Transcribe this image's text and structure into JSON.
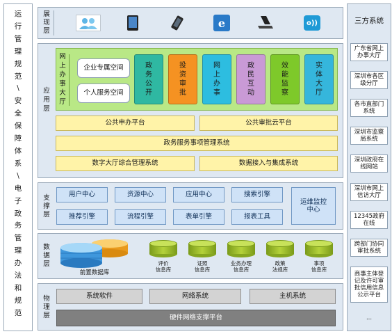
{
  "left_bar": {
    "text": [
      "运",
      "行",
      "管",
      "理",
      "规",
      "范",
      "\\",
      "安",
      "全",
      "保",
      "障",
      "体",
      "系",
      "\\",
      "电",
      "子",
      "政",
      "务",
      "管",
      "理",
      "办",
      "法",
      "和",
      "规",
      "范"
    ]
  },
  "layers": {
    "presentation": {
      "label": [
        "展",
        "现",
        "层"
      ]
    },
    "application": {
      "label": [
        "应",
        "用",
        "层"
      ],
      "hall_label": [
        "网",
        "上",
        "办",
        "事",
        "大",
        "厅"
      ],
      "spaces": [
        "企业专属空间",
        "个人服务空间"
      ],
      "modules": [
        {
          "lines": [
            "政",
            "务",
            "公",
            "开"
          ],
          "color": "#2fb8a2"
        },
        {
          "lines": [
            "投",
            "资",
            "审",
            "批"
          ],
          "color": "#f59222"
        },
        {
          "lines": [
            "网",
            "上",
            "办",
            "事"
          ],
          "color": "#2dbde0"
        },
        {
          "lines": [
            "政",
            "民",
            "互",
            "动"
          ],
          "color": "#c99ad6"
        },
        {
          "lines": [
            "效",
            "能",
            "监",
            "察"
          ],
          "color": "#7ec92a"
        },
        {
          "lines": [
            "实",
            "体",
            "大",
            "厅"
          ],
          "color": "#35b6dc"
        }
      ],
      "platform_left": "公共申办平台",
      "platform_right": "公共审批云平台",
      "management": "政务服务事项管理系统",
      "bottom_left": "数字大厅综合管理系统",
      "bottom_right": "数据接入与集成系统"
    },
    "support": {
      "label": [
        "支",
        "撑",
        "层"
      ],
      "row1": [
        "用户中心",
        "资源中心",
        "应用中心",
        "搜索引擎"
      ],
      "row2": [
        "推荐引擎",
        "流程引擎",
        "表单引擎",
        "报表工具"
      ],
      "ops": [
        "运维监控",
        "中心"
      ]
    },
    "data": {
      "label": [
        "数",
        "据",
        "层"
      ],
      "front_db": "前置数据库",
      "dbs": [
        {
          "lines": [
            "评价",
            "信息库"
          ]
        },
        {
          "lines": [
            "证照",
            "信息库"
          ]
        },
        {
          "lines": [
            "业务办理",
            "信息库"
          ]
        },
        {
          "lines": [
            "政策",
            "法规库"
          ]
        },
        {
          "lines": [
            "事项",
            "信息库"
          ]
        }
      ]
    },
    "physical": {
      "label": [
        "物",
        "理",
        "层"
      ],
      "items": [
        "系统软件",
        "网络系统",
        "主机系统"
      ],
      "foundation": "硬件网络支撑平台"
    }
  },
  "third_party": {
    "title": "三方系统",
    "items": [
      [
        "广东省网上",
        "办事大厅"
      ],
      [
        "深圳市各区",
        "级分厅"
      ],
      [
        "各市直部门",
        "系统"
      ],
      [
        "深圳市监察",
        "局系统"
      ],
      [
        "深圳政府在",
        "线网站"
      ],
      [
        "深圳市网上",
        "信访大厅"
      ],
      [
        "12345政府",
        "在线"
      ],
      [
        "跨部门协同",
        "审批系统"
      ],
      [
        "商事主体登",
        "记及许可审",
        "批信用信息",
        "公示平台"
      ],
      [
        "..."
      ]
    ]
  },
  "icons": [
    "people-icon",
    "tablet-icon",
    "smartphone-icon",
    "ie-browser-icon",
    "laptop-icon",
    "app-icon"
  ],
  "colors": {
    "outer_panel": "#dfe8f2",
    "app_green": "#b9e886",
    "yellow": "#fff3a8",
    "blue": "#cfe2f7",
    "gray": "#d3d3d3"
  }
}
